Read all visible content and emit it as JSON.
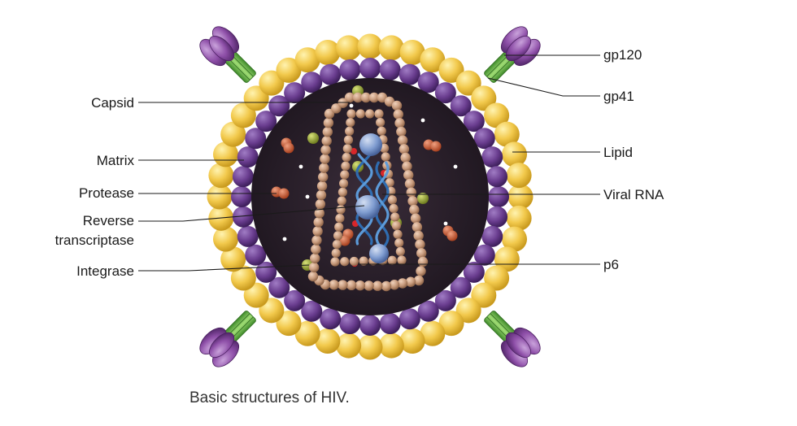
{
  "caption": "Basic structures of HIV.",
  "labels": {
    "capsid": "Capsid",
    "matrix": "Matrix",
    "protease": "Protease",
    "reverse_transcriptase_line1": "Reverse",
    "reverse_transcriptase_line2": "transcriptase",
    "integrase": "Integrase",
    "gp120": "gp120",
    "gp41": "gp41",
    "lipid": "Lipid",
    "viral_rna": "Viral RNA",
    "p6": "p6"
  },
  "colors": {
    "lipid": "#F2C94C",
    "matrix": "#6A3D8F",
    "interior": "#2a1f2b",
    "capsid": "#C79A7C",
    "gp120": "#8E4FA8",
    "gp41": "#6FBF4A",
    "rna": "#3A78B8",
    "enzyme_blue": "#7F9CD0",
    "protease": "#D0603A",
    "integrase": "#9BAA3A",
    "p6": "#D8262A"
  },
  "icons": [
    "hiv-virion-illustration"
  ]
}
